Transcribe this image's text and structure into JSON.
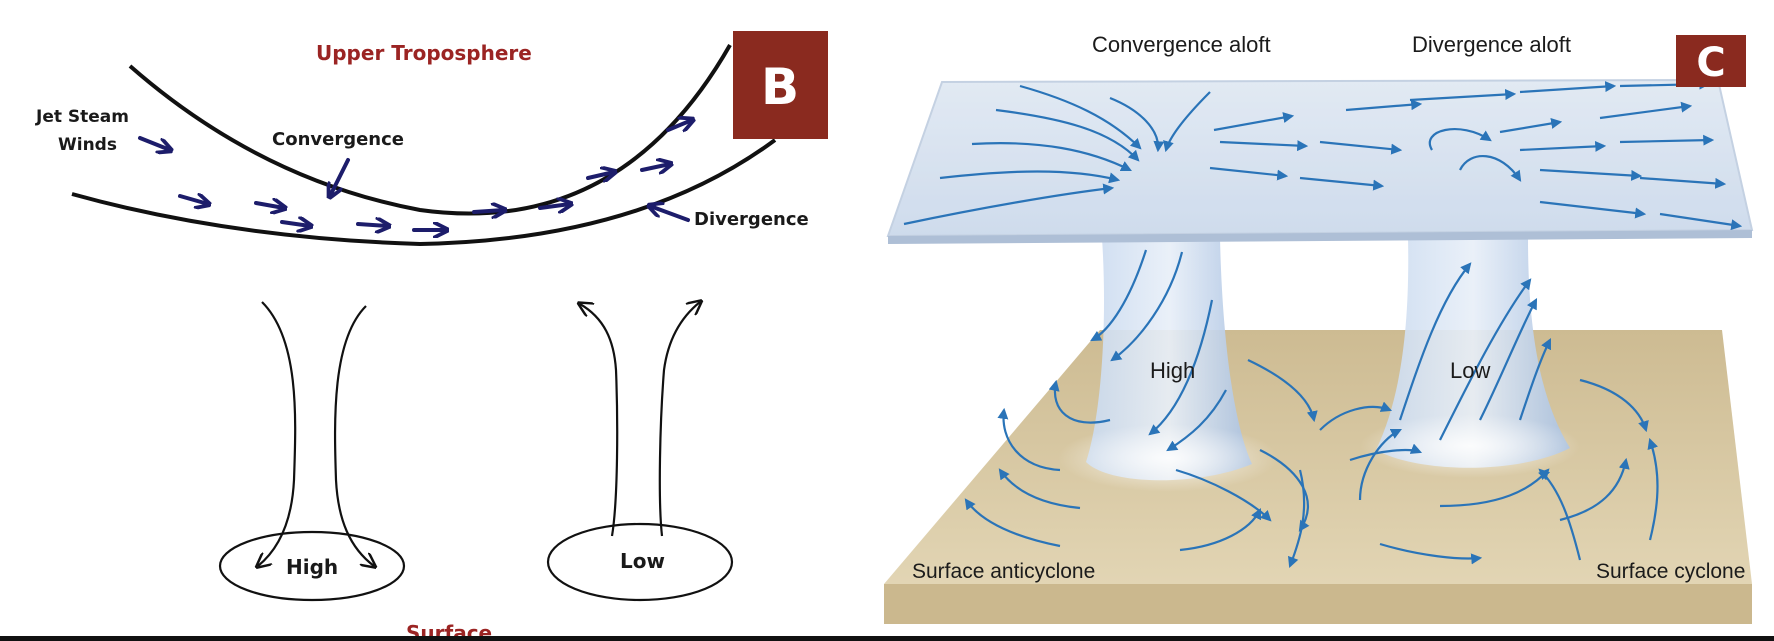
{
  "panel_b": {
    "badge": "B",
    "upper_troposphere": "Upper Troposphere",
    "jet_stream_line1": "Jet Steam",
    "jet_stream_line2": "Winds",
    "convergence": "Convergence",
    "divergence": "Divergence",
    "high": "High",
    "low": "Low",
    "surface": "Surface"
  },
  "panel_c": {
    "badge": "C",
    "convergence_aloft": "Convergence aloft",
    "divergence_aloft": "Divergence aloft",
    "high": "High",
    "low": "Low",
    "surface_anticyclone": "Surface anticyclone",
    "surface_cyclone": "Surface cyclone"
  },
  "colors": {
    "badge_bg": "#8a2a1f",
    "arrow_navy": "#1d1d6b",
    "arrow_blue": "#2a74b8",
    "ground": "#d9c9a3",
    "plane": "#cfdced",
    "column": "#bcd0ea"
  }
}
